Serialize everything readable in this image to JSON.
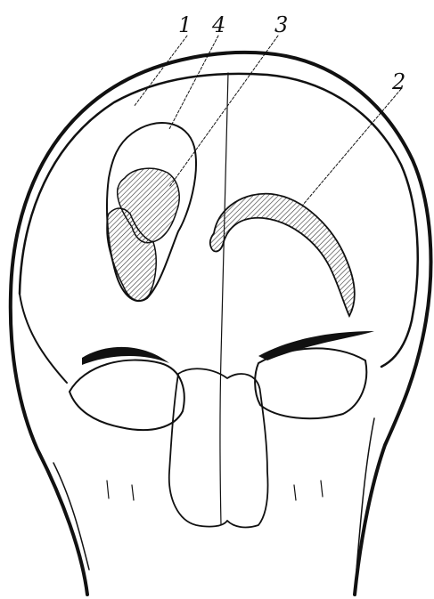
{
  "labels": [
    {
      "id": "1",
      "text": "1"
    },
    {
      "id": "4",
      "text": "4"
    },
    {
      "id": "3",
      "text": "3"
    },
    {
      "id": "2",
      "text": "2"
    }
  ],
  "colors": {
    "ink": "#111111",
    "hatch": "#333333",
    "background": "#ffffff"
  }
}
